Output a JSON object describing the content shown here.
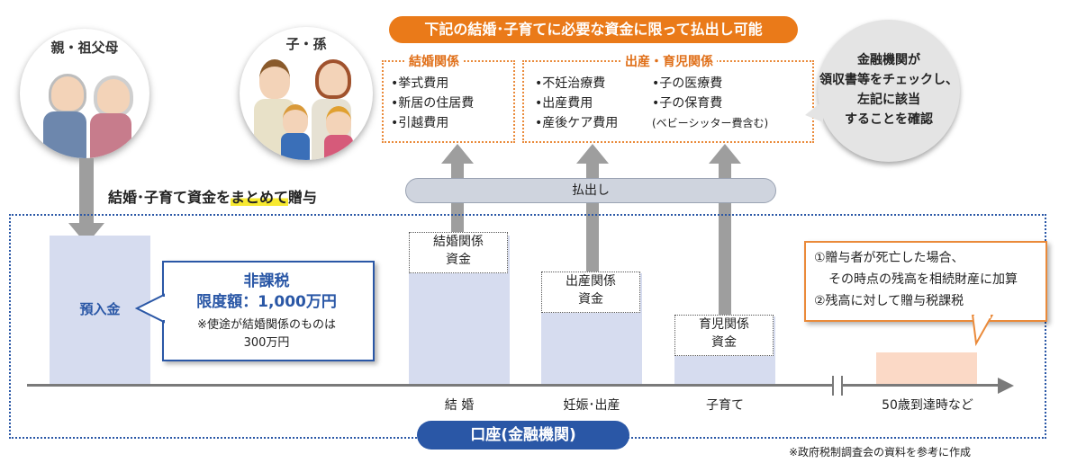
{
  "top_banner": "下記の結婚･子育てに必要な資金に限って払出し可能",
  "grandparents": {
    "label": "親・祖父母"
  },
  "children": {
    "label": "子・孫"
  },
  "marriage_box": {
    "title": "結婚関係",
    "items": [
      "•挙式費用",
      "•新居の住居費",
      "•引越費用"
    ]
  },
  "birth_box": {
    "title": "出産・育児関係",
    "col1": [
      "•不妊治療費",
      "•出産費用",
      "•産後ケア費用"
    ],
    "col2": [
      "•子の医療費",
      "•子の保育費",
      "(ベビーシッター費含む)"
    ]
  },
  "bank_check": {
    "lines": [
      "金融機関が",
      "領収書等をチェックし、",
      "左記に該当",
      "することを確認"
    ]
  },
  "gift_text": {
    "before": "結婚･子育て資金を",
    "highlight": "まとめて",
    "after": "贈与"
  },
  "withdrawal_label": "払出し",
  "deposit_label": "預入金",
  "tax_free": {
    "title": "非課税",
    "limit": "限度額：1,000万円",
    "note_line1": "※使途が結婚関係のものは",
    "note_line2": "300万円"
  },
  "funds": [
    {
      "line1": "結婚関係",
      "line2": "資金"
    },
    {
      "line1": "出産関係",
      "line2": "資金"
    },
    {
      "line1": "育児関係",
      "line2": "資金"
    }
  ],
  "axis_labels": [
    "結 婚",
    "妊娠･出産",
    "子育て",
    "50歳到達時など"
  ],
  "end_note": {
    "line1": "①贈与者が死亡した場合、",
    "line2": "その時点の残高を相続財産に加算",
    "line3": "②残高に対して贈与税課税"
  },
  "account_label": "口座(金融機関)",
  "source_note": "※政府税制調査会の資料を参考に作成",
  "colors": {
    "orange": "#ea7a19",
    "blue": "#2a57a6",
    "bar": "#d6dcef",
    "highlight": "#f7e930",
    "end_bar": "#fbd9c6"
  }
}
